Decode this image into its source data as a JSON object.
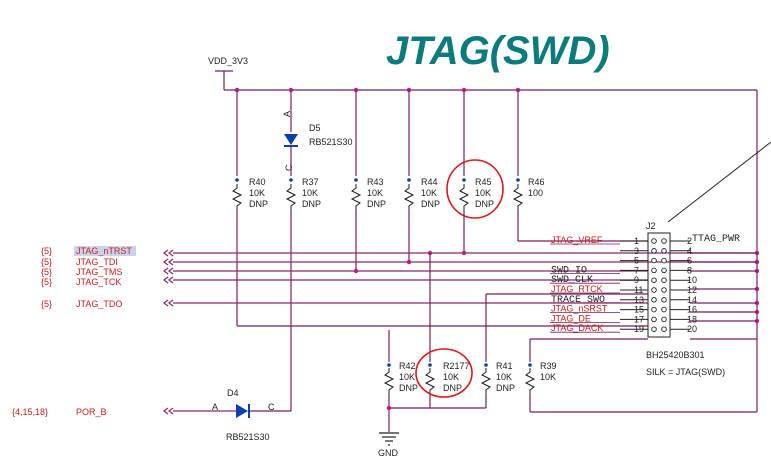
{
  "title": "JTAG(SWD)",
  "power": {
    "label": "VDD_3V3"
  },
  "gnd": {
    "label": "GND"
  },
  "diodes": {
    "d5": {
      "ref": "D5",
      "part": "RB521S30",
      "anode": "A",
      "cathode": "C"
    },
    "d4": {
      "ref": "D4",
      "part": "RB521S30",
      "anode": "A",
      "cathode": "C"
    }
  },
  "resistors": {
    "r40": {
      "ref": "R40",
      "value": "10K",
      "note": "DNP"
    },
    "r37": {
      "ref": "R37",
      "value": "10K",
      "note": "DNP"
    },
    "r43": {
      "ref": "R43",
      "value": "10K",
      "note": "DNP"
    },
    "r44": {
      "ref": "R44",
      "value": "10K",
      "note": "DNP"
    },
    "r45": {
      "ref": "R45",
      "value": "10K",
      "note": "DNP"
    },
    "r46": {
      "ref": "R46",
      "value": "100",
      "note": ""
    },
    "r42": {
      "ref": "R42",
      "value": "10K",
      "note": "DNP"
    },
    "r2177": {
      "ref": "R2177",
      "value": "10K",
      "note": "DNP"
    },
    "r41": {
      "ref": "R41",
      "value": "10K",
      "note": "DNP"
    },
    "r39": {
      "ref": "R39",
      "value": "10K",
      "note": ""
    }
  },
  "ports": [
    {
      "sheet": "{5}",
      "name": "JTAG_nTRST"
    },
    {
      "sheet": "{5}",
      "name": "JTAG_TDI"
    },
    {
      "sheet": "{5}",
      "name": "JTAG_TMS"
    },
    {
      "sheet": "{5}",
      "name": "JTAG_TCK"
    },
    {
      "sheet": "{5}",
      "name": "JTAG_TDO"
    },
    {
      "sheet": "{4,15,18}",
      "name": "POR_B"
    }
  ],
  "connector": {
    "ref": "J2",
    "part": "BH25420B301",
    "silk": "SILK = JTAG(SWD)",
    "left_pins": [
      "1",
      "3",
      "5",
      "7",
      "9",
      "11",
      "13",
      "15",
      "17",
      "19"
    ],
    "right_pins": [
      "2",
      "4",
      "6",
      "8",
      "10",
      "12",
      "14",
      "16",
      "18",
      "20"
    ],
    "left_nets": [
      "JTAG_VREF",
      "",
      "",
      "SWD_IO",
      "SWD_CLK",
      "JTAG_RTCK",
      "TRACE_SWO",
      "JTAG_nSRST",
      "JTAG_DE",
      "JTAG_DACK"
    ],
    "right_net_top": "TTAG_PWR"
  }
}
